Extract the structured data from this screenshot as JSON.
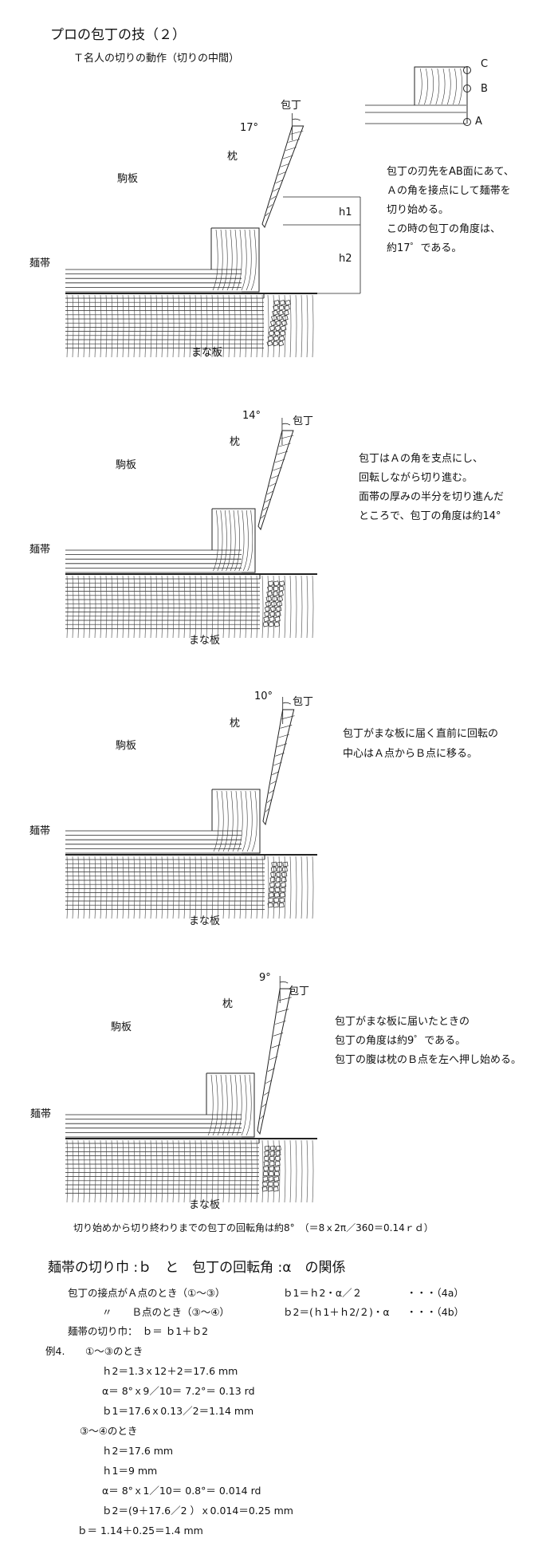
{
  "header": {
    "title": "プロの包丁の技（２）",
    "subtitle": "Ｔ名人の切りの動作（切りの中間）"
  },
  "inset": {
    "label_c": "C",
    "label_b": "B",
    "label_a": "A"
  },
  "panels": [
    {
      "angle": "17°",
      "knife": "包丁",
      "pillow": "枕",
      "komaita": "駒板",
      "mentai": "麺帯",
      "board": "まな板",
      "h1": "h1",
      "h2": "h2",
      "note": [
        "包丁の刃先をAB面にあて、",
        "Ａの角を接点にして麺帯を",
        "切り始める。",
        "この時の包丁の角度は、",
        "約17゜である。"
      ]
    },
    {
      "angle": "14°",
      "knife": "包丁",
      "pillow": "枕",
      "komaita": "駒板",
      "mentai": "麺帯",
      "board": "まな板",
      "note": [
        "包丁はＡの角を支点にし、",
        "回転しながら切り進む。",
        "面帯の厚みの半分を切り進んだ",
        "ところで、包丁の角度は約14°"
      ]
    },
    {
      "angle": "10°",
      "knife": "包丁",
      "pillow": "枕",
      "komaita": "駒板",
      "mentai": "麺帯",
      "board": "まな板",
      "note": [
        "包丁がまな板に届く直前に回転の",
        "中心はＡ点からＢ点に移る。"
      ]
    },
    {
      "angle": "9°",
      "knife": "包丁",
      "pillow": "枕",
      "komaita": "駒板",
      "mentai": "麺帯",
      "board": "まな板",
      "note": [
        "包丁がまな板に届いたときの",
        "包丁の角度は約9゜である。",
        "包丁の腹は枕のＢ点を左へ押し始める。"
      ]
    }
  ],
  "rotation_caption": "切り始めから切り終わりまでの包丁の回転角は約8°　（＝8ｘ2π／360＝0.14ｒｄ）",
  "relation": {
    "heading": "麺帯の切り巾 :ｂ　と　包丁の回転角 :α　の関係",
    "lines": [
      "包丁の接点がＡ点のとき（①〜③）",
      "〃　　Ｂ点のとき（③〜④）",
      "麺帯の切り巾：　ｂ＝ ｂ1＋ｂ2"
    ],
    "formulas": [
      "ｂ1＝ｈ2・α／２",
      "ｂ2＝(ｈ1＋ｈ2/２)・α"
    ],
    "dots": [
      "・・・（4a）",
      "・・・（4b）"
    ]
  },
  "example": {
    "label": "例4.",
    "case1": "①〜③のとき",
    "case1_lines": [
      "ｈ2＝1.3ｘ12＋2＝17.6 mm",
      "α＝ 8°ｘ9／10＝ 7.2°＝ 0.13 rd",
      "ｂ1＝17.6ｘ0.13／2＝1.14 mm"
    ],
    "case2": "③〜④のとき",
    "case2_lines": [
      "ｈ2＝17.6 mm",
      "ｈ1＝9 mm",
      "α＝ 8°ｘ1／10＝ 0.8°＝ 0.014 rd",
      "ｂ2＝(9＋17.6／2 ）ｘ0.014＝0.25 mm"
    ],
    "final": "ｂ＝ 1.14＋0.25＝1.4 mm"
  }
}
